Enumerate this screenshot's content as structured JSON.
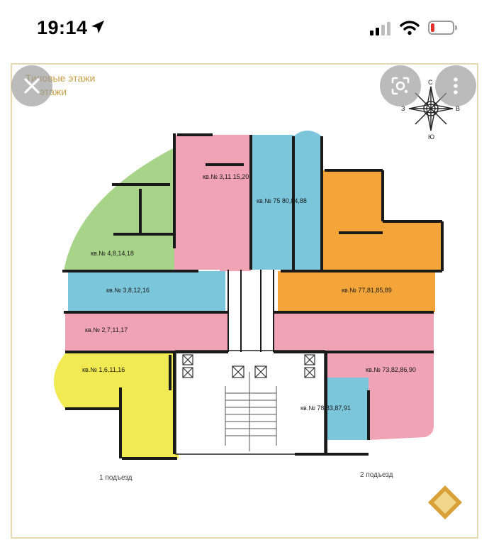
{
  "status_bar": {
    "time": "19:14",
    "icons": [
      "location-arrow-icon",
      "cellular-signal-icon",
      "wifi-icon",
      "battery-low-icon"
    ],
    "battery_level": 0.1,
    "battery_color": "#e0302a"
  },
  "viewer": {
    "buttons": [
      "close-icon",
      "lens-search-icon",
      "more-vertical-icon"
    ]
  },
  "floor_plan": {
    "header_line1": "Типовые этажи",
    "header_line2": "этажи",
    "entrance_1": "1 подъезд",
    "entrance_2": "2 подъезд",
    "colors": {
      "green": "#a8d48a",
      "pink": "#f0a3b4",
      "blue": "#7cc6dc",
      "orange": "#f4a53a",
      "yellow": "#f2ea52",
      "walls": "#1a1a1a",
      "header_text": "#c9a24a"
    },
    "apartments": {
      "green_top_left": "кв.№ 4,8,14,18",
      "pink_top": "кв.№ 3,11 15,20",
      "blue_top": "кв.№ 75 80,84,88",
      "blue_left": "кв.№ 3,8,12,16",
      "orange_right": "кв.№ 77,81,85,89",
      "pink_left": "кв.№ 2,7,11,17",
      "yellow_left": "кв.№ 1,6,11,16",
      "pink_right": "кв.№ 73,82,86,90",
      "blue_bottom": "кв.№ 78,83,87,91"
    },
    "compass": {
      "north": "С",
      "south": "Ю",
      "west": "З",
      "east": "В"
    }
  }
}
